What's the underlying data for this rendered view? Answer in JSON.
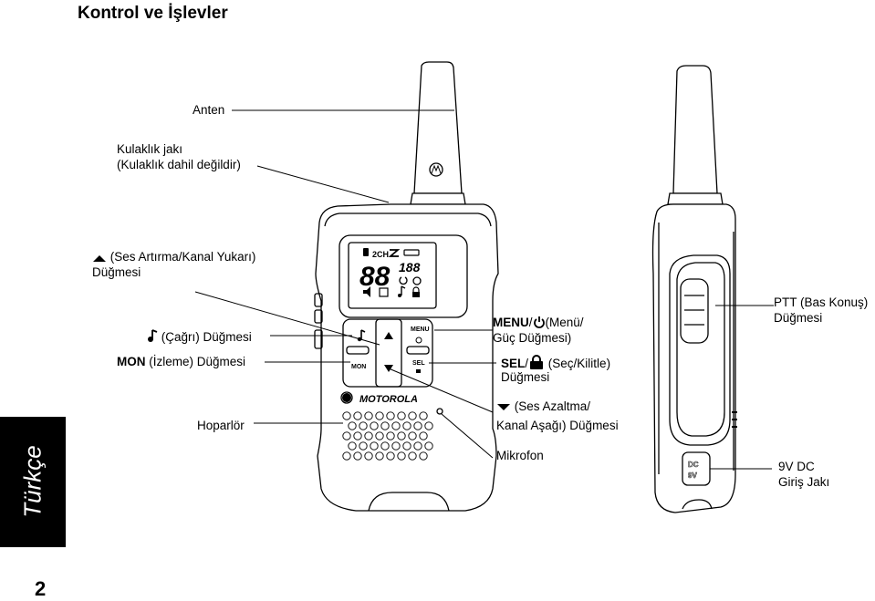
{
  "page": {
    "title": "Kontrol ve İşlevler",
    "side_tab": "Türkçe",
    "page_number": "2"
  },
  "callouts": {
    "antenna": "Anten",
    "headset_jack_1": "Kulaklık jakı",
    "headset_jack_2": "(Kulaklık dahil değildir)",
    "vol_up_1": "(Ses Artırma/Kanal Yukarı)",
    "vol_up_2": "Düğmesi",
    "call": "(Çağrı) Düğmesi",
    "mon_bold": "MON",
    "mon_rest": " (İzleme) Düğmesi",
    "speaker": "Hoparlör",
    "menu_bold": "MENU",
    "menu_sep": "/",
    "menu_rest": "(Menü/",
    "menu_2": "Güç Düğmesi)",
    "sel_bold": "SEL",
    "sel_sep": "/",
    "sel_rest": "(Seç/Kilitle)",
    "sel_2": "Düğmesi",
    "vol_down_1": "(Ses Azaltma/",
    "vol_down_2": "Kanal Aşağı) Düğmesi",
    "mic": "Mikrofon",
    "ptt_1": "PTT (Bas Konuş)",
    "ptt_2": "Düğmesi",
    "dc_1": "9V DC",
    "dc_2": "Giriş Jakı"
  },
  "radio_front": {
    "display_channel": "2CH",
    "display_digits": "88",
    "display_small_digits": "188",
    "button_menu": "MENU",
    "button_sel": "SEL",
    "button_mon": "MON",
    "brand": "MOTOROLA"
  },
  "radio_side": {
    "dc_label_1": "DC",
    "dc_label_2": "9V"
  }
}
